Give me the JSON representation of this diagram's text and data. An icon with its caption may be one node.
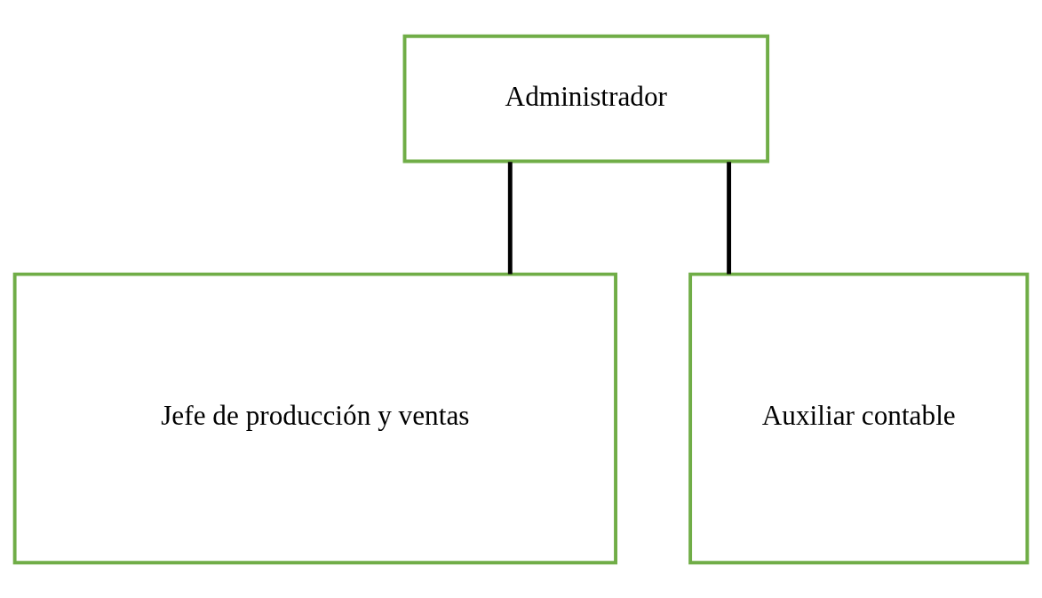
{
  "diagram": {
    "nodes": [
      {
        "text": [
          "Administrador"
        ]
      },
      {
        "text": [
          "Jefe de producción y ventas"
        ]
      },
      {
        "text": [
          "Auxiliar contable"
        ]
      }
    ],
    "edges": [
      {
        "from": 0,
        "to": 1,
        "arrow": "none"
      },
      {
        "from": 0,
        "to": 2,
        "arrow": "none"
      }
    ]
  }
}
